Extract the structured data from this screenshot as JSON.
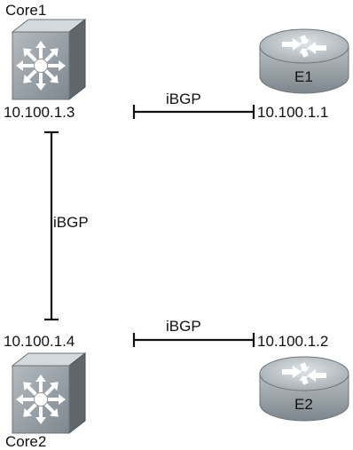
{
  "nodes": {
    "core1": {
      "name": "Core1",
      "ip": "10.100.1.3",
      "icon": "layer3-switch-icon"
    },
    "core2": {
      "name": "Core2",
      "ip": "10.100.1.4",
      "icon": "layer3-switch-icon"
    },
    "e1": {
      "name": "E1",
      "ip": "10.100.1.1",
      "icon": "router-icon"
    },
    "e2": {
      "name": "E2",
      "ip": "10.100.1.2",
      "icon": "router-icon"
    }
  },
  "links": {
    "top": {
      "label": "iBGP"
    },
    "vertical": {
      "label": "iBGP"
    },
    "bottom": {
      "label": "iBGP"
    }
  },
  "colors": {
    "switch_face": "#9aa3aa",
    "switch_side": "#5f676d",
    "switch_top": "#c7ced3",
    "router_body": "#9ea6ac",
    "router_top": "#c9d0d4",
    "line": "#111111"
  }
}
